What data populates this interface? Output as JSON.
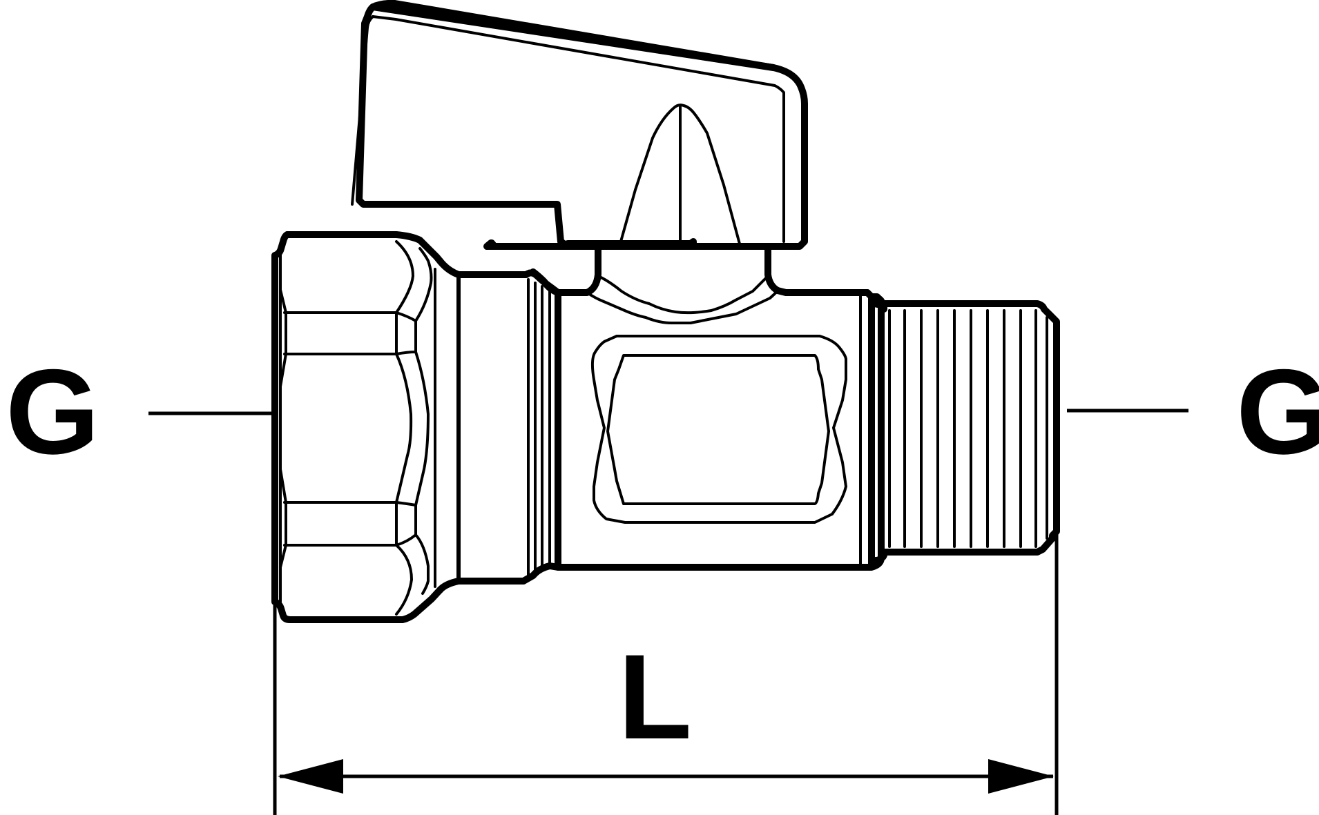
{
  "diagram": {
    "labels": {
      "left_connection": "G",
      "right_connection": "G",
      "length": "L"
    },
    "colors": {
      "stroke": "#000000",
      "background": "#ffffff"
    }
  }
}
